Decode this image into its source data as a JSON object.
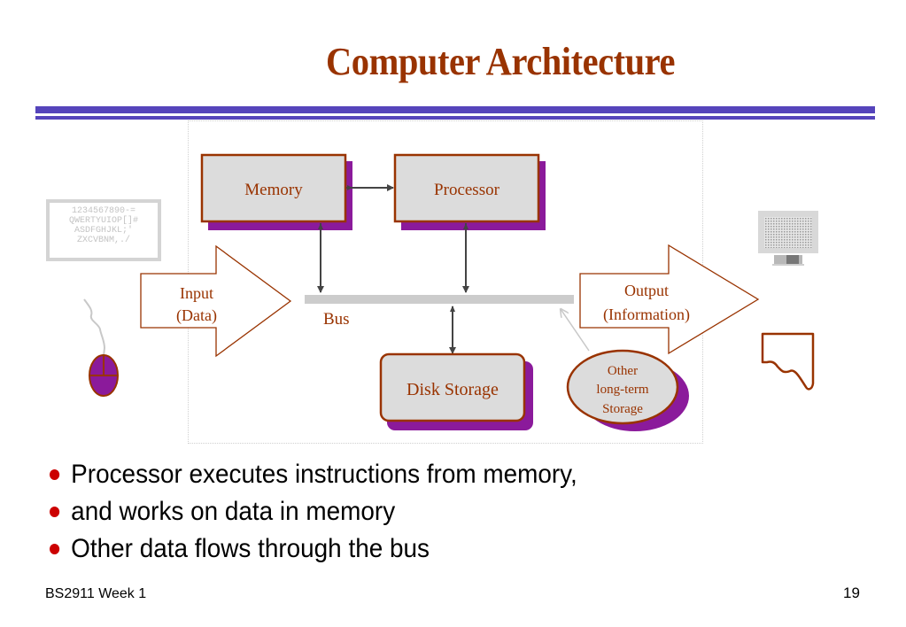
{
  "slide": {
    "title": "Computer Architecture",
    "footer_left": "BS2911 Week 1",
    "page_number": "19"
  },
  "diagram": {
    "nodes": {
      "memory": "Memory",
      "processor": "Processor",
      "disk_storage": "Disk Storage",
      "other_storage": [
        "Other",
        "long-term",
        "Storage"
      ],
      "bus": "Bus"
    },
    "arrows": {
      "input": [
        "Input",
        "(Data)"
      ],
      "output": [
        "Output",
        "(Information)"
      ]
    },
    "keyboard_lines": [
      "1234567890-=",
      "QWERTYUIOP[]#",
      "ASDFGHJKL;'",
      "ZXCVBNM,./"
    ],
    "icons": [
      "keyboard-icon",
      "mouse-icon",
      "monitor-icon",
      "printer-paper-icon"
    ],
    "colors": {
      "text": "#993300",
      "box_fill": "#dcdcdc",
      "box_border": "#993300",
      "shadow": "#8b1a9b",
      "bus": "#cccccc",
      "connector": "#444444",
      "rule": "#5544bb",
      "bullet": "#cc0000"
    }
  },
  "bullets": [
    "Processor executes instructions from memory,",
    "and works on data in memory",
    "Other data flows through the bus"
  ]
}
